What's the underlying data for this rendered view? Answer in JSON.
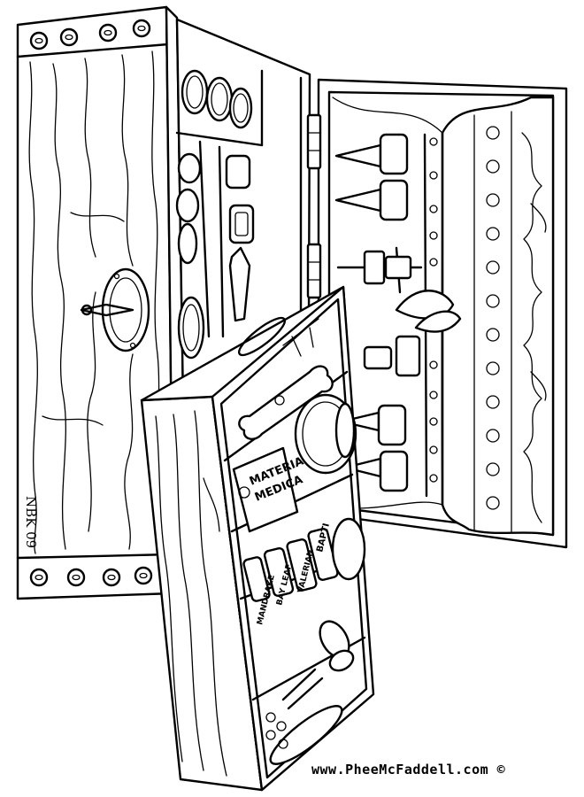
{
  "credit": "www.PheeMcFaddell.com ©",
  "signature": "NBK 09",
  "labels": {
    "book_title_line1": "MATERIA",
    "book_title_line2": "MEDICA",
    "jar_baptism": "BAPTI",
    "jar_valerian": "VALERIAN",
    "jar_bay_leaf": "BAY LEAF",
    "jar_mandrake": "MANDRAKE"
  }
}
